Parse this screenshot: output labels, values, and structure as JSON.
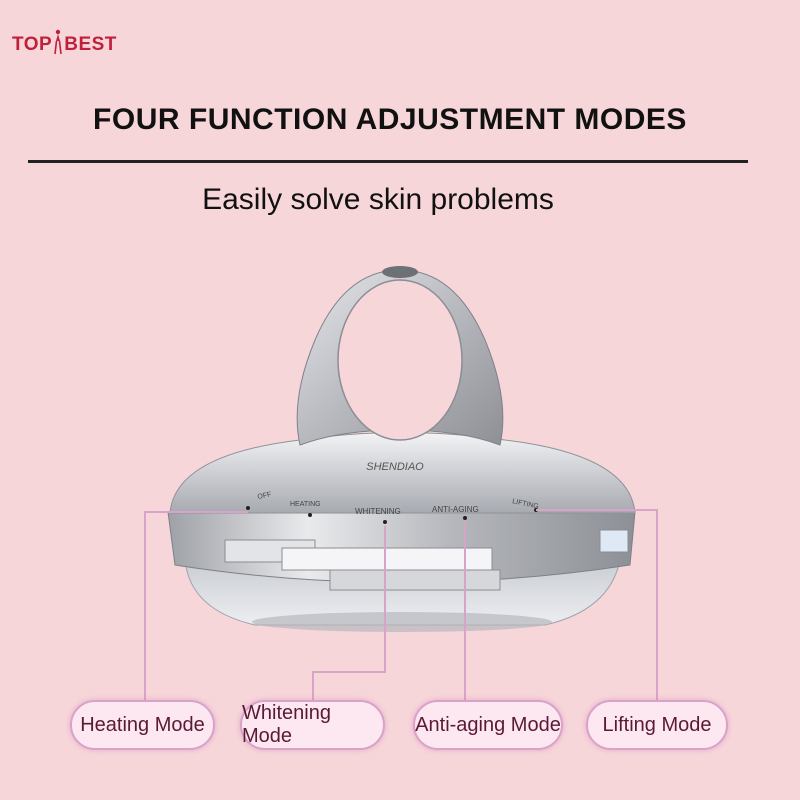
{
  "logo": {
    "text_left": "TOP",
    "text_right": "BEST"
  },
  "headline": "FOUR FUNCTION ADJUSTMENT MODES",
  "subtitle": "Easily solve skin problems",
  "device": {
    "brand": "SHENDIAO",
    "labels": [
      "OFF",
      "HEATING",
      "WHITENING",
      "ANTI-AGING",
      "LIFTING"
    ]
  },
  "modes": [
    "Heating Mode",
    "Whitening Mode",
    "Anti-aging Mode",
    "Lifting Mode"
  ],
  "colors": {
    "background": "#f7d6da",
    "logo": "#c0213a",
    "callout_line": "#d9a2c9",
    "pill_fill": "#fde7f0"
  }
}
